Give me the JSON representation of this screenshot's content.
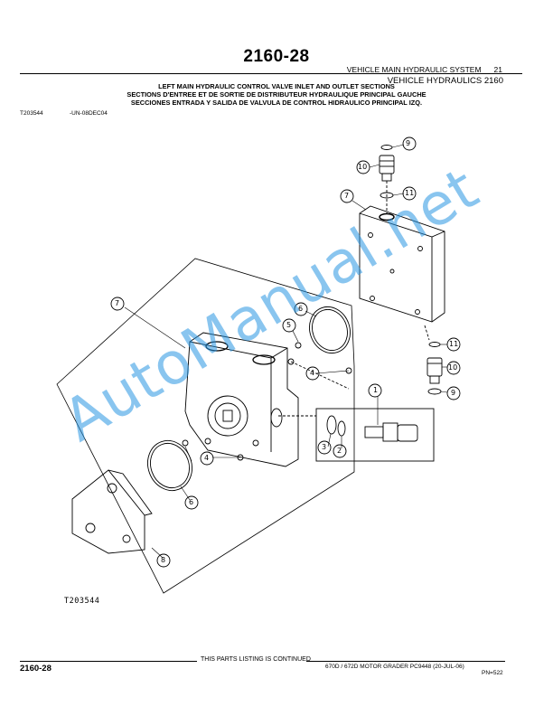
{
  "header": {
    "page_number": "2160-28",
    "section_title": "VEHICLE MAIN HYDRAULIC SYSTEM",
    "section_number": "21",
    "vehicle_line": "VEHICLE HYDRAULICS 2160"
  },
  "titles": {
    "english": "LEFT MAIN HYDRAULIC CONTROL VALVE INLET AND OUTLET SECTIONS",
    "french": "SECTIONS D'ENTREE ET DE SORTIE DE DISTRIBUTEUR HYDRAULIQUE PRINCIPAL GAUCHE",
    "spanish": "SECCIONES ENTRADA Y SALIDA DE VALVULA DE CONTROL HIDRAULICO PRINCIPAL IZQ."
  },
  "figure": {
    "id": "T203544",
    "date_code": "-UN-08DEC04",
    "label": "T203544",
    "callouts": [
      "9",
      "10",
      "11",
      "7",
      "11",
      "10",
      "9",
      "7",
      "5",
      "6",
      "4",
      "1",
      "3",
      "2",
      "4",
      "6",
      "8"
    ]
  },
  "watermark": "AutoManual.net",
  "footer": {
    "continued_text": "THIS PARTS LISTING IS CONTINUED",
    "page_number": "2160-28",
    "model_info": "670D / 672D MOTOR GRADER  PC9448  (20-JUL-06)",
    "pn": "PN=522"
  }
}
